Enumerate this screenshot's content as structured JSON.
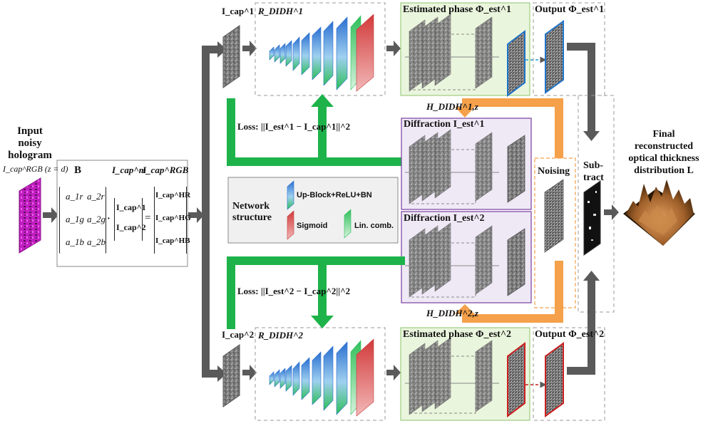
{
  "input": {
    "title_lines": [
      "Input",
      "noisy",
      "hologram"
    ],
    "formula": "I_cap^RGB (z = d)"
  },
  "matrix_box": {
    "b_label": "B",
    "im_label": "I_cap^m",
    "irgb_label": "I_cap^RGB",
    "coeffs": [
      [
        "a_1r",
        "a_2r"
      ],
      [
        "a_1g",
        "a_2g"
      ],
      [
        "a_1b",
        "a_2b"
      ]
    ],
    "vec": [
      "I_cap^1",
      "I_cap^2"
    ],
    "out": [
      "I_cap^HR",
      "I_cap^HG",
      "I_cap^HB"
    ]
  },
  "top_branch": {
    "icap": "I_cap^1",
    "network": "R_DIDH^1",
    "est_phase": "Estimated phase Φ_est^1",
    "output": "Output Φ_est^1",
    "loss": "Loss: ||I_est^1 − I_cap^1||^2",
    "h_label": "H_DIDH^1,z",
    "diffraction": "Diffraction I_est^1"
  },
  "bottom_branch": {
    "icap": "I_cap^2",
    "network": "R_DIDH^2",
    "est_phase": "Estimated phase Φ_est^2",
    "output": "Output Φ_est^2",
    "loss": "Loss: ||I_est^2 − I_cap^2||^2",
    "h_label": "H_DIDH^2,z",
    "diffraction": "Diffraction I_est^2"
  },
  "legend": {
    "title_lines": [
      "Network",
      "structure"
    ],
    "items": [
      "Up-Block+ReLU+BN",
      "Sigmoid",
      "Lin. comb."
    ]
  },
  "noising": "Noising",
  "subtract_lines": [
    "Sub-",
    "tract"
  ],
  "final_lines": [
    "Final",
    "reconstructed",
    "optical thickness",
    "distribution L"
  ],
  "colors": {
    "arrow_gray": "#5a5a5a",
    "loss_green": "#1db34a",
    "h_orange": "#f5a04a",
    "phase_fill": "#eaf5dd",
    "phase_border": "#8cc46a",
    "diff_fill": "#efe9f6",
    "diff_border": "#7a3e9e",
    "output_top": "#1f73c8",
    "output_bottom": "#cc1f1f",
    "hologram": "#c21ec2"
  }
}
